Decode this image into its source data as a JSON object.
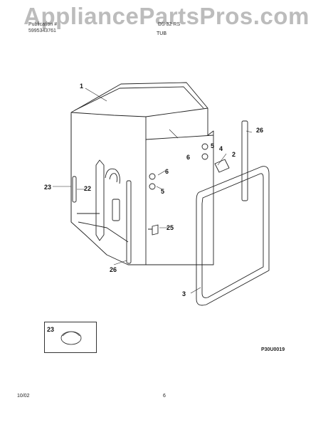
{
  "watermark": "AppliancePartsPros.com",
  "header": {
    "line1_left": "Publication #",
    "line1_right": "DS 32 RS",
    "line2_left": "5995343761",
    "section": "TUB"
  },
  "callouts": [
    "1",
    "2",
    "3",
    "4",
    "5",
    "6",
    "5",
    "6",
    "22",
    "23",
    "25",
    "26",
    "26",
    "23"
  ],
  "diagram_code": "P30U0019",
  "footer": {
    "date": "10/02",
    "page": "6"
  },
  "colors": {
    "line": "#222222",
    "watermark": "#bcbcbc"
  }
}
